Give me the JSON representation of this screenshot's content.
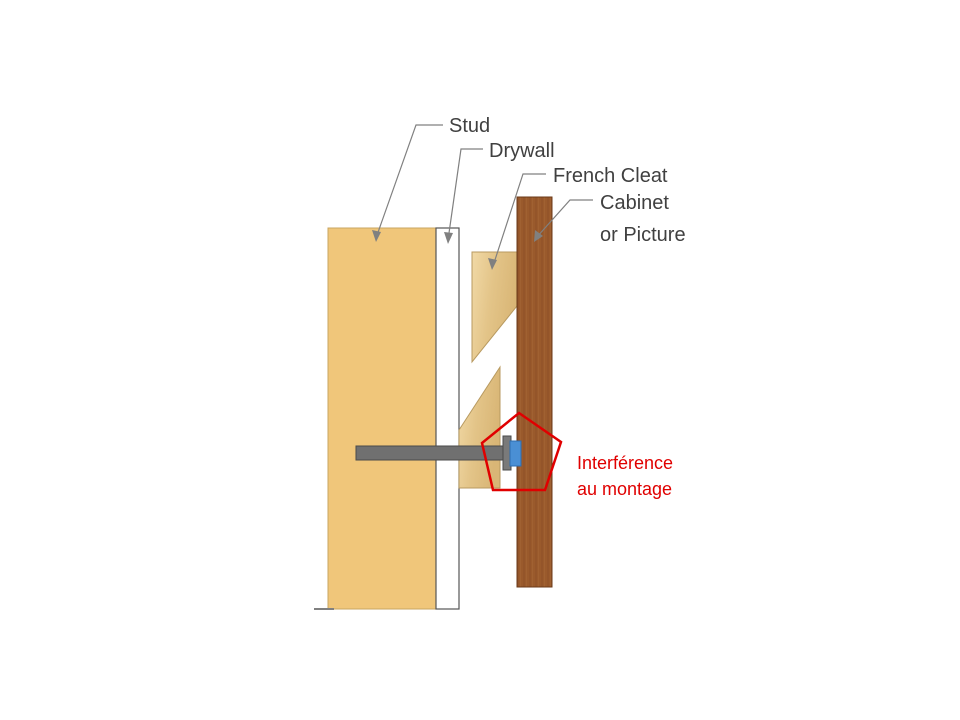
{
  "labels": {
    "stud": "Stud",
    "drywall": "Drywall",
    "french_cleat": "French Cleat",
    "cabinet_line1": "Cabinet",
    "cabinet_line2": "or Picture",
    "interference_line1": "Interférence",
    "interference_line2": "au montage"
  },
  "colors": {
    "stud": "#f0c67a",
    "drywall": "#ffffff",
    "cleat": "#e6c98c",
    "cabinet": "#9a5a2c",
    "screw": "#707070",
    "washer": "#4a8fd4",
    "highlight": "#e00000",
    "label_text": "#404040",
    "leader_line": "#808080"
  }
}
